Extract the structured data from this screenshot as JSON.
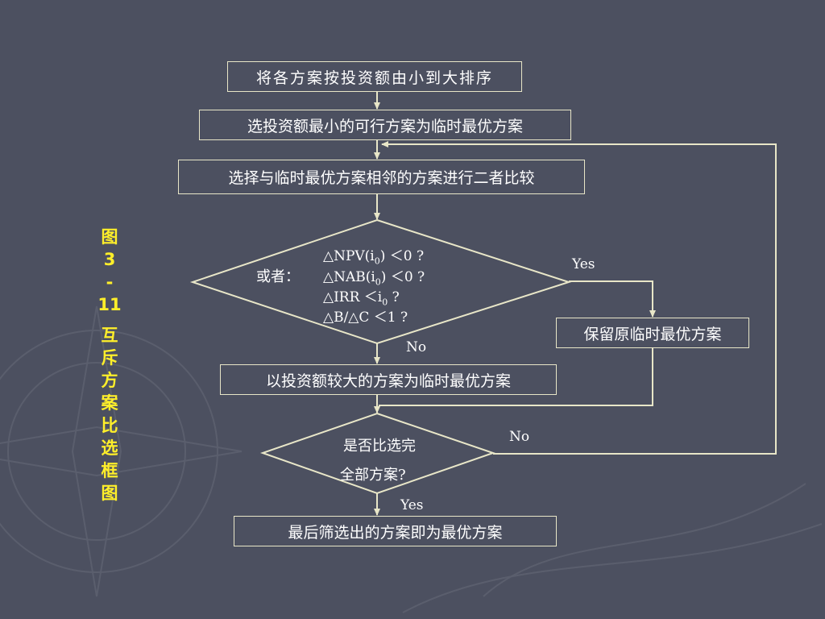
{
  "side_title": [
    "图",
    "3",
    "-",
    "11",
    "互",
    "斥",
    "方",
    "案",
    "比",
    "选",
    "框",
    "图"
  ],
  "nodes": {
    "sort": "将各方案按投资额由小到大排序",
    "select_min": "选投资额最小的可行方案为临时最优方案",
    "compare": "选择与临时最优方案相邻的方案进行二者比较",
    "cond_prefix": "或者：",
    "cond_npv": "△NPV(i",
    "cond_npv_sub": "0",
    "cond_npv_tail": ") ＜0 ?",
    "cond_nab": "△NAB(i",
    "cond_nab_sub": "0",
    "cond_nab_tail": ") ＜0 ?",
    "cond_irr": "△IRR ＜i",
    "cond_irr_sub": "0",
    "cond_irr_tail": " ?",
    "cond_bc": "△B/△C ＜1 ?",
    "keep": "保留原临时最优方案",
    "larger": "以投资额较大的方案为临时最优方案",
    "all_done_line1": "是否比选完",
    "all_done_line2": "全部方案?",
    "final": "最后筛选出的方案即为最优方案"
  },
  "edge_labels": {
    "yes_right": "Yes",
    "no_down": "No",
    "no_right": "No",
    "yes_down": "Yes"
  },
  "colors": {
    "background": "#4c5060",
    "line": "#e8e6c8",
    "title": "#ffef2a",
    "text": "#ffffff"
  }
}
